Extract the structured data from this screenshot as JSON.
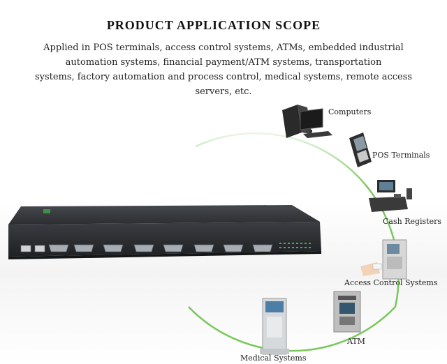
{
  "heading": "PRODUCT APPLICATION SCOPE",
  "description_lines": [
    "Applied in POS terminals, access control systems, ATMs, embedded industrial",
    "automation systems, financial payment/ATM systems, transportation",
    "systems, factory automation and process control, medical systems, remote access",
    "servers, etc."
  ],
  "applications": {
    "computers": "Computers",
    "pos_terminals": "POS Terminals",
    "cash_registers": "Cash Registers",
    "access_control": "Access Control Systems",
    "atm": "ATM",
    "medical": "Medical Systems"
  },
  "colors": {
    "arc": "#6cc24a",
    "device_body": "#2b2d30",
    "port_metal": "#9aa0a6",
    "led": "#3fb34f"
  }
}
